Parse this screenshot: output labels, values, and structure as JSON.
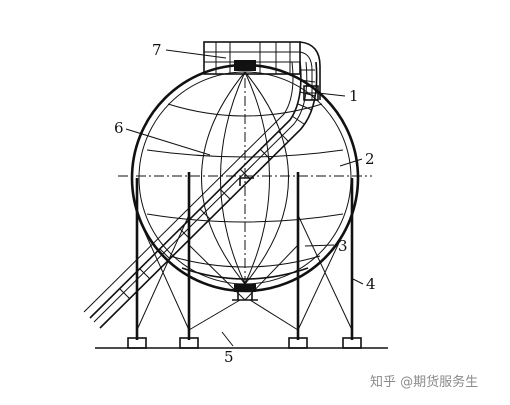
{
  "labels": {
    "l1": "1",
    "l2": "2",
    "l3": "3",
    "l4": "4",
    "l5": "5",
    "l6": "6",
    "l7": "7"
  },
  "watermark": {
    "text": "知乎 @期货服务生"
  }
}
